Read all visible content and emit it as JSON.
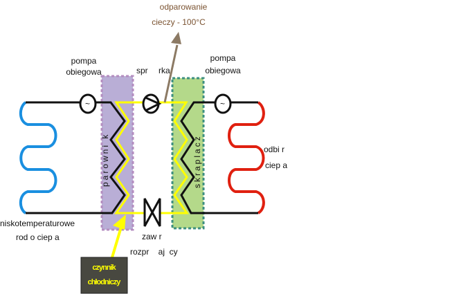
{
  "annotation": {
    "line1": "odparowanie",
    "line2": "cieczy - 100°C"
  },
  "left_pump": {
    "line1": "pompa",
    "line2": "obiegowa"
  },
  "right_pump": {
    "line1": "pompa",
    "line2": "obiegowa"
  },
  "compressor": {
    "part1": "spr",
    "part2": "rka"
  },
  "evaporator": {
    "label": "parowni k"
  },
  "condenser": {
    "label": "skraplacz"
  },
  "heat_source": {
    "line1": "niskotemperaturowe",
    "line2": "rod o ciep a"
  },
  "heat_sink": {
    "line1": "odbi  r",
    "line2": "ciep a"
  },
  "valve": {
    "line1": "zaw  r",
    "line2": "rozpr    aj  cy"
  },
  "refrigerant": {
    "line1": "czynnik",
    "line2": "chłodniczy"
  },
  "colors": {
    "cold": "#1a8fe0",
    "hot": "#e02010",
    "refrigerant": "#ffff00",
    "evaporator": "#b9aed6",
    "condenser": "#b4d98a",
    "arrow": "#8c7a64",
    "box": "#484840"
  }
}
